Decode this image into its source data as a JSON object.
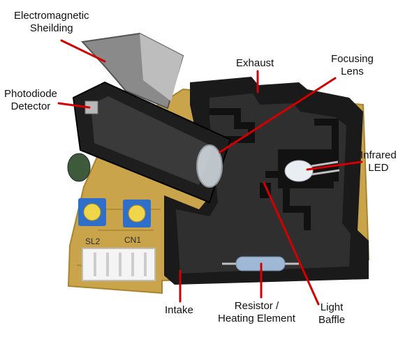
{
  "colors": {
    "background": "#ffffff",
    "pcb": "#c9a44a",
    "pcb_dark": "#a8842e",
    "housing": "#1a1a1a",
    "housing_inner": "#2a2a2a",
    "leader": "#d40000",
    "trimmer": "#2f6fc9",
    "connector": "#f4f4f4",
    "resistor": "#9fb8d6"
  },
  "pcb_text": {
    "sl2": "SL2",
    "cn1": "CN1"
  },
  "labels": {
    "electromagnetic_shielding": [
      "Electromagnetic",
      "Sheilding"
    ],
    "photodiode_detector": [
      "Photodiode",
      "Detector"
    ],
    "exhaust": [
      "Exhaust"
    ],
    "focusing_lens": [
      "Focusing",
      "Lens"
    ],
    "infrared_led": [
      "Infrared",
      "LED"
    ],
    "intake": [
      "Intake"
    ],
    "resistor_heating": [
      "Resistor /",
      "Heating Element"
    ],
    "light_baffle": [
      "Light",
      "Baffle"
    ]
  }
}
